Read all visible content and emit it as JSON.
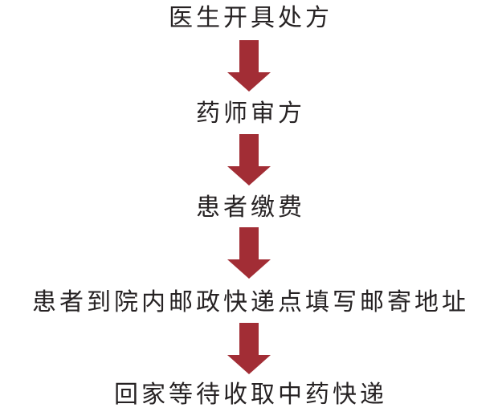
{
  "flowchart": {
    "type": "vertical-process-flow",
    "steps": [
      {
        "label": "医生开具处方"
      },
      {
        "label": "药师审方"
      },
      {
        "label": "患者缴费"
      },
      {
        "label": "患者到院内邮政快递点填写邮寄地址"
      },
      {
        "label": "回家等待收取中药快递"
      }
    ],
    "arrow": {
      "glyph": "down-arrow",
      "color": "#A22D35",
      "count": 4
    },
    "colors": {
      "background": "#FFFFFF",
      "text": "#262223",
      "arrow": "#A22D35"
    }
  }
}
